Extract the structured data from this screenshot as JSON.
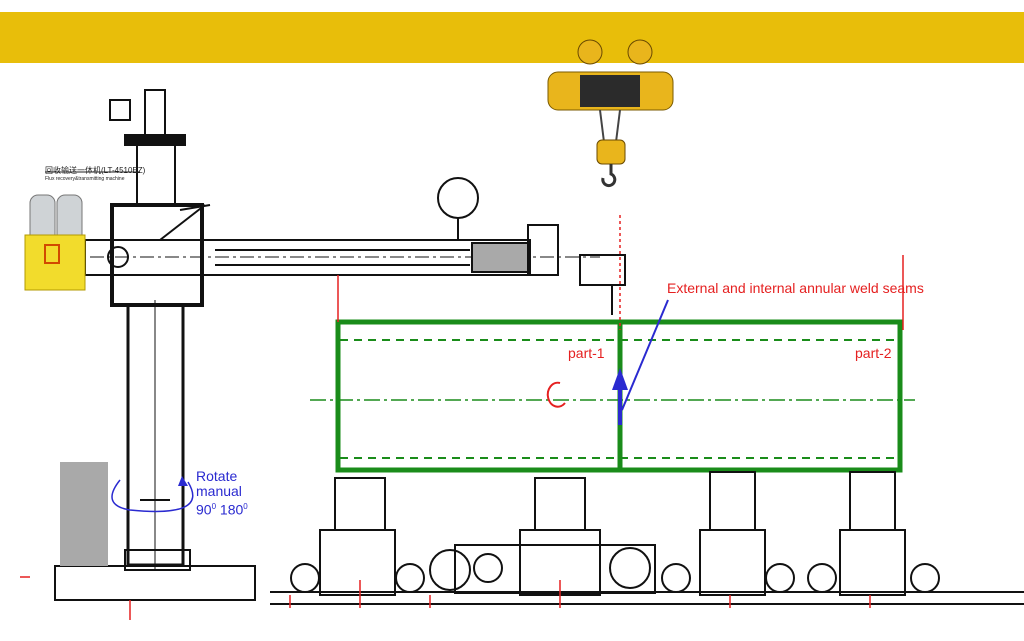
{
  "colors": {
    "banner": "#E8BE0A",
    "pipe": "#1a8c1a",
    "annotation_red": "#e52020",
    "annotation_blue": "#2a2ad0"
  },
  "labels": {
    "weld_seams": "External and internal annular weld seams",
    "part1": "part-1",
    "part2": "part-2",
    "rotate_line1": "Rotate",
    "rotate_line2": "manual",
    "rotate_angle1": "90",
    "rotate_angle2": "180",
    "degree": "0",
    "flux_machine_cn": "回收输送一体机(LT-4510EZ)",
    "flux_machine_en": "Flux recovery&transmitting machine"
  }
}
